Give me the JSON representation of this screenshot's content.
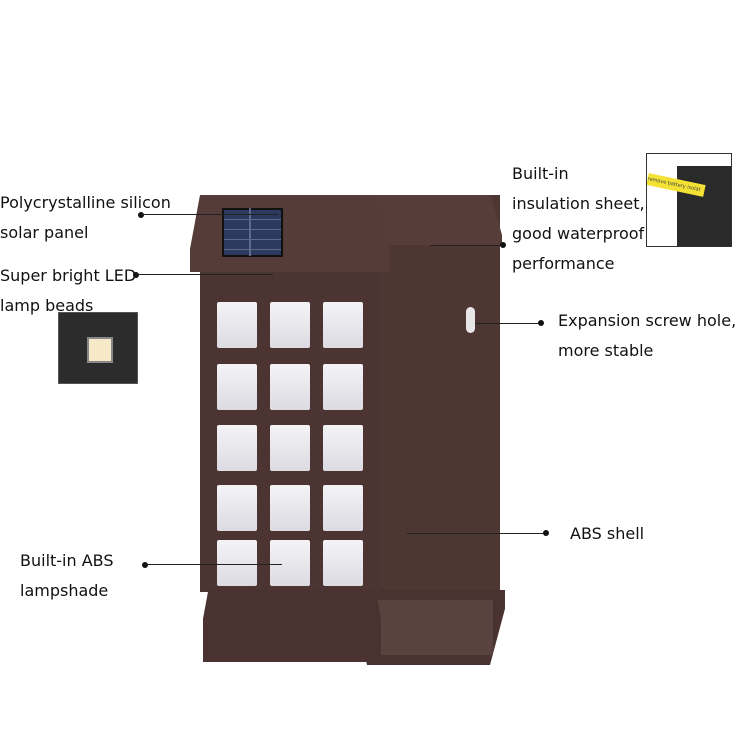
{
  "callouts": {
    "solar_panel": "Polycrystalline silicon\nsolar panel",
    "led": "Super bright LED\nlamp beads",
    "insulation": "Built-in\ninsulation sheet,\ngood waterproof\nperformance",
    "screw_hole": "Expansion screw hole,\nmore stable",
    "shell": "ABS shell",
    "lampshade": "Built-in ABS\nlampshade"
  },
  "inset": {
    "tape_text": "remove battery isolat"
  },
  "colors": {
    "housing": "#4b3431",
    "window": "#eceaf0",
    "tape": "#f3e233"
  }
}
